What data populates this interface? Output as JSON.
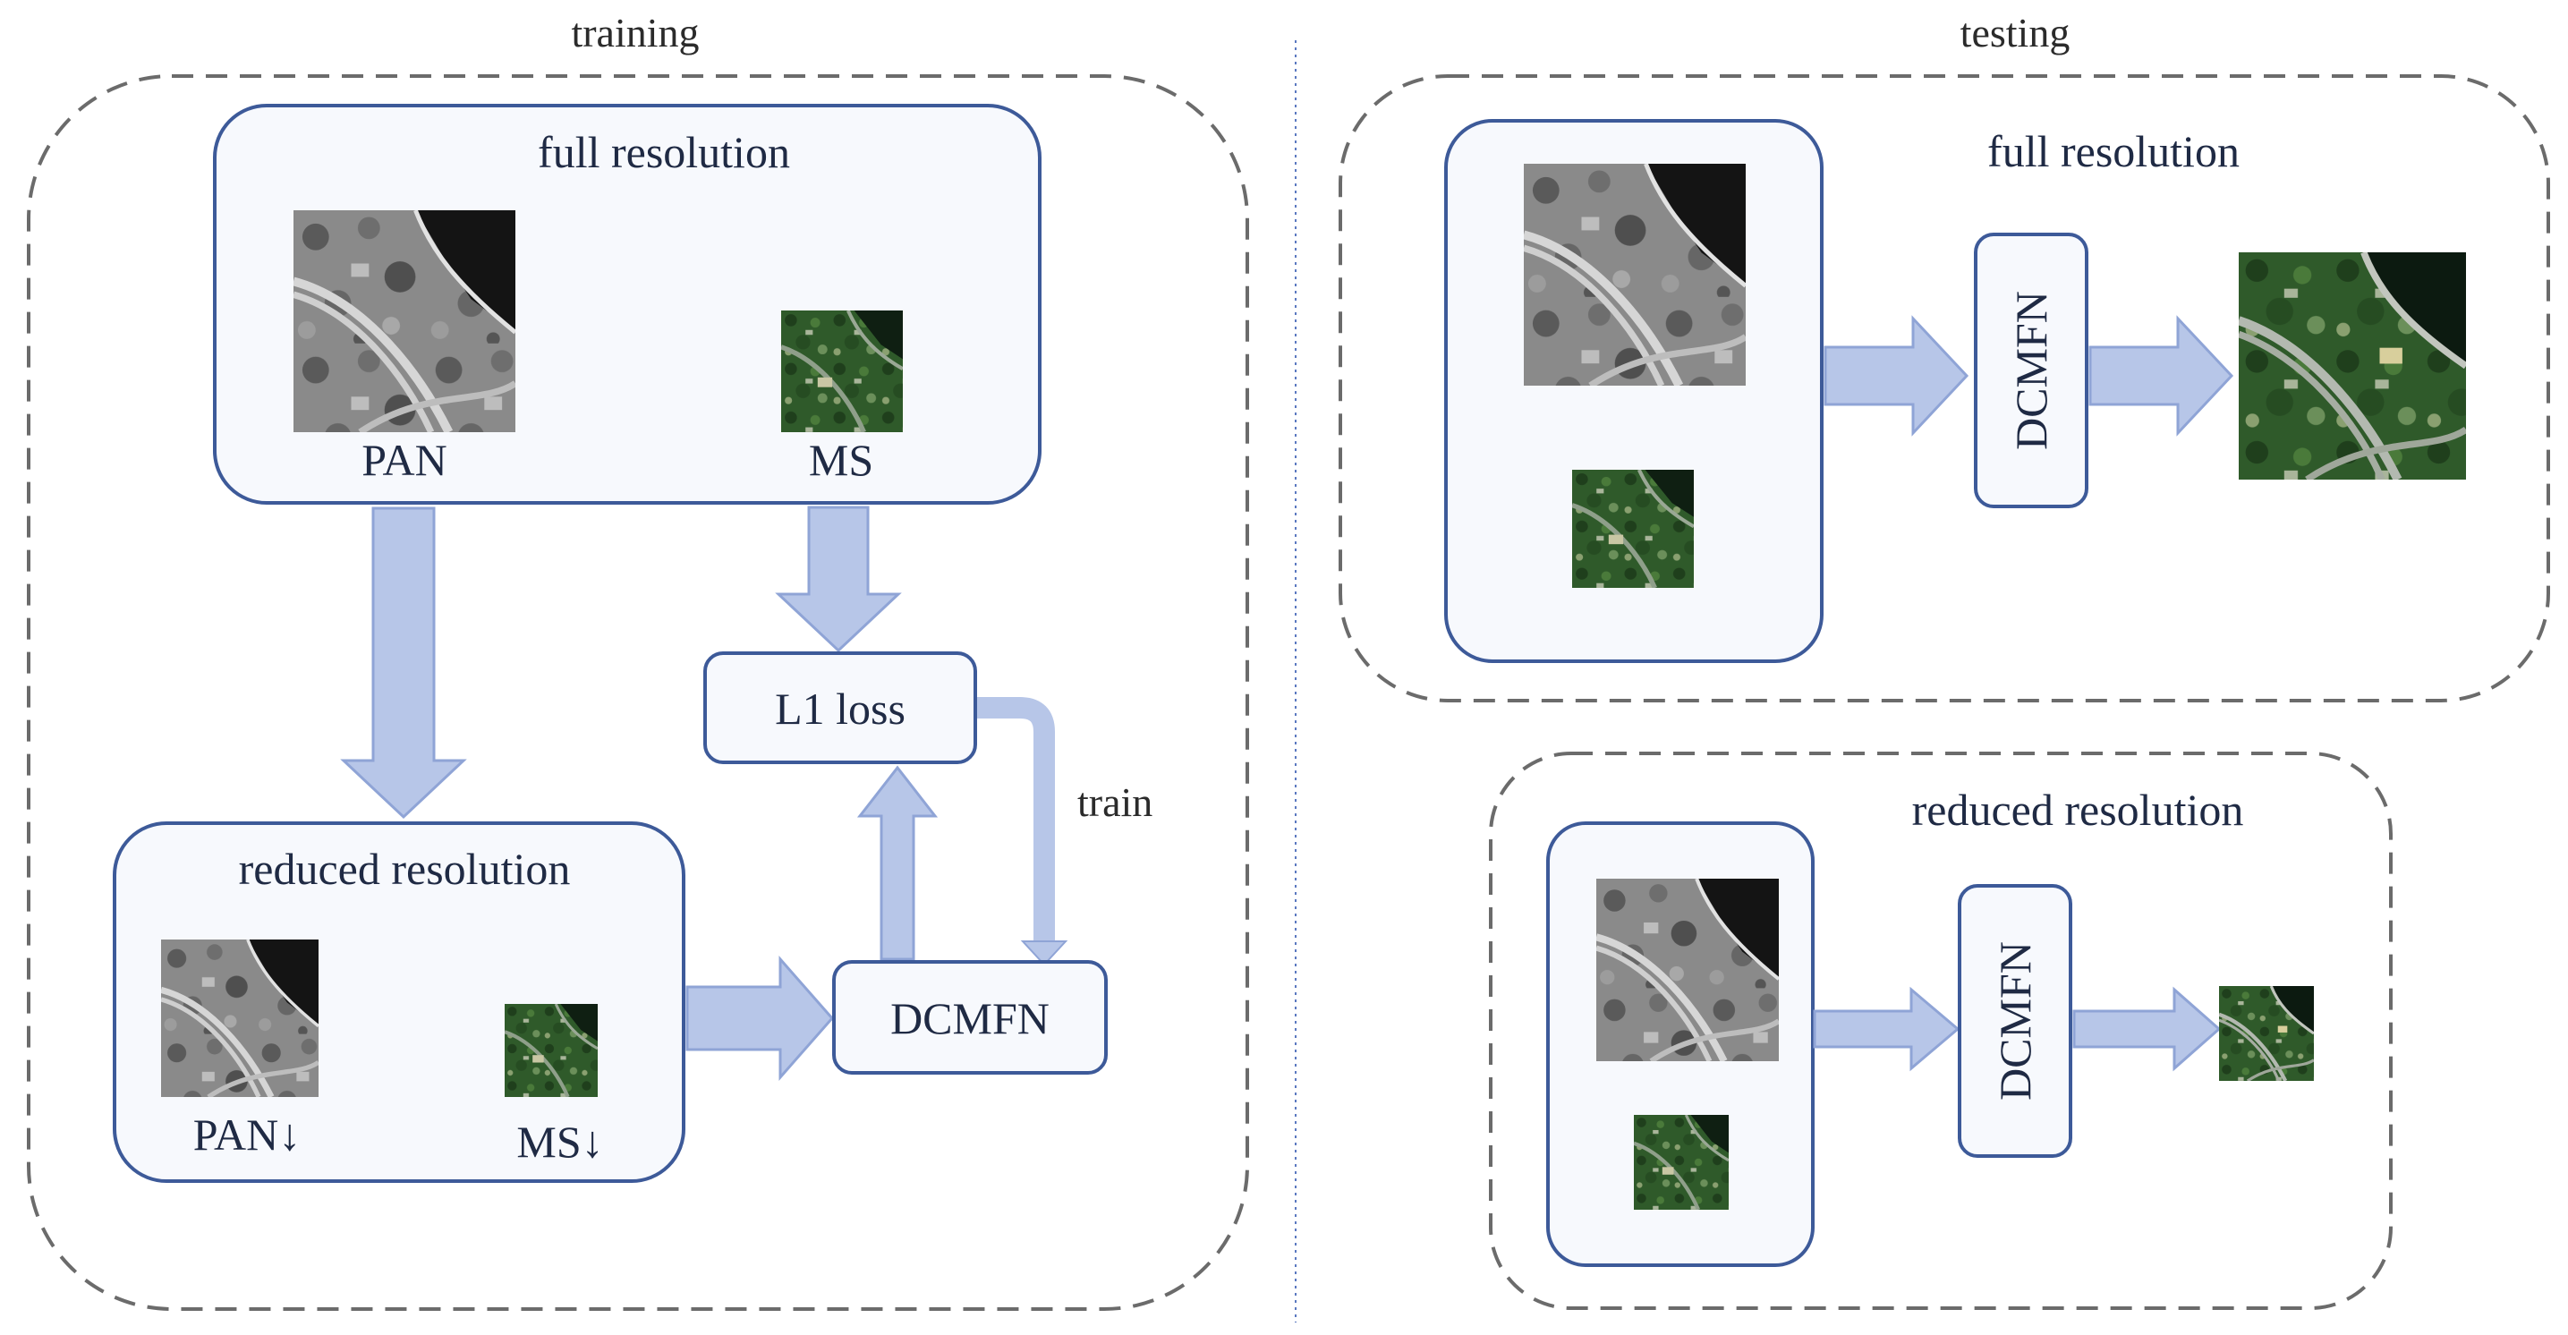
{
  "training": {
    "title": "training",
    "full_resolution": {
      "title": "full resolution",
      "pan_label": "PAN",
      "ms_label": "MS"
    },
    "reduced_resolution": {
      "title": "reduced resolution",
      "pan_label": "PAN↓",
      "ms_label": "MS↓"
    },
    "loss_label": "L1 loss",
    "network_label": "DCMFN",
    "train_label": "train"
  },
  "testing": {
    "title": "testing",
    "full_resolution": {
      "title": "full resolution",
      "network_label": "DCMFN"
    },
    "reduced_resolution": {
      "title": "reduced resolution",
      "network_label": "DCMFN"
    }
  },
  "colors": {
    "panel_border": "#3d5a99",
    "panel_fill": "#f7f9fd",
    "arrow_fill": "#b7c6e8",
    "arrow_stroke": "#8fa4d6",
    "dashed_border": "#6b6b6b",
    "divider": "#5a78c0"
  }
}
